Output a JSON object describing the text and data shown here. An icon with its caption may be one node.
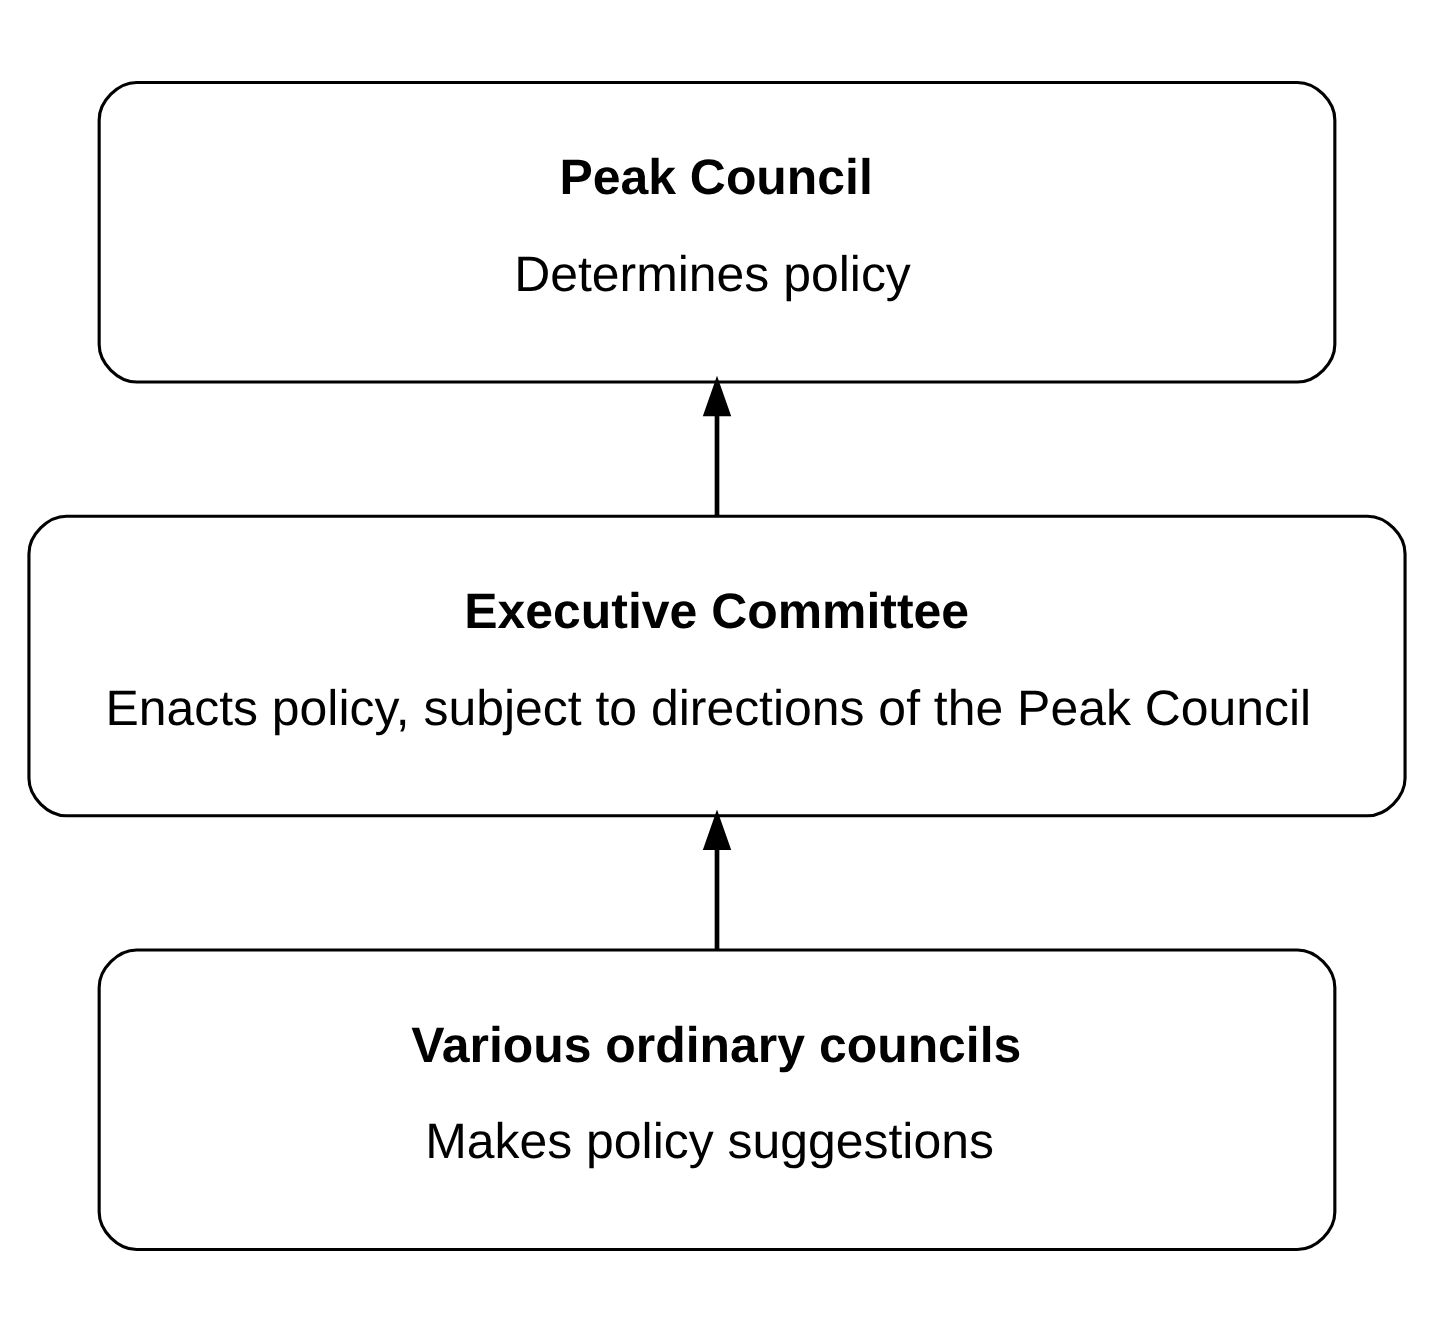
{
  "diagram": {
    "nodes": [
      {
        "text": [
          "Peak Council",
          "Determines policy"
        ]
      },
      {
        "text": [
          "Executive Committee",
          "Enacts policy, subject to directions of the Peak Council"
        ]
      },
      {
        "text": [
          "Various ordinary councils",
          "Makes policy suggestions"
        ]
      }
    ],
    "edges": [
      {
        "from": 1,
        "to": 0,
        "arrow": "to"
      },
      {
        "from": 2,
        "to": 1,
        "arrow": "to"
      }
    ]
  }
}
